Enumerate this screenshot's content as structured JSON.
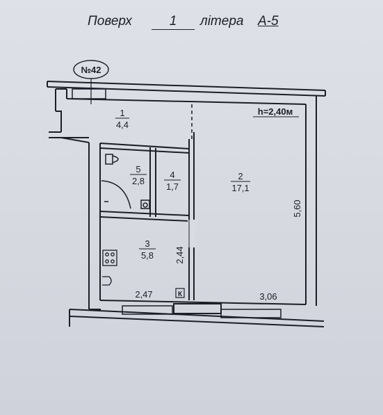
{
  "header": {
    "floor_label": "Поверх",
    "floor_value": "1",
    "letter_label": "літера",
    "letter_value": "А-5"
  },
  "plan": {
    "number_badge": "№42",
    "ceiling_height": "h=2,40м",
    "rooms": [
      {
        "number": "1",
        "area": "4,4"
      },
      {
        "number": "2",
        "area": "17,1"
      },
      {
        "number": "3",
        "area": "5,8"
      },
      {
        "number": "4",
        "area": "1,7"
      },
      {
        "number": "5",
        "area": "2,8"
      }
    ],
    "dimensions": {
      "bottom_left": "2,47",
      "bottom_right": "3,06",
      "right_height": "5,60",
      "kitchen_height": "2,44"
    },
    "kitchen_mark": "К"
  }
}
